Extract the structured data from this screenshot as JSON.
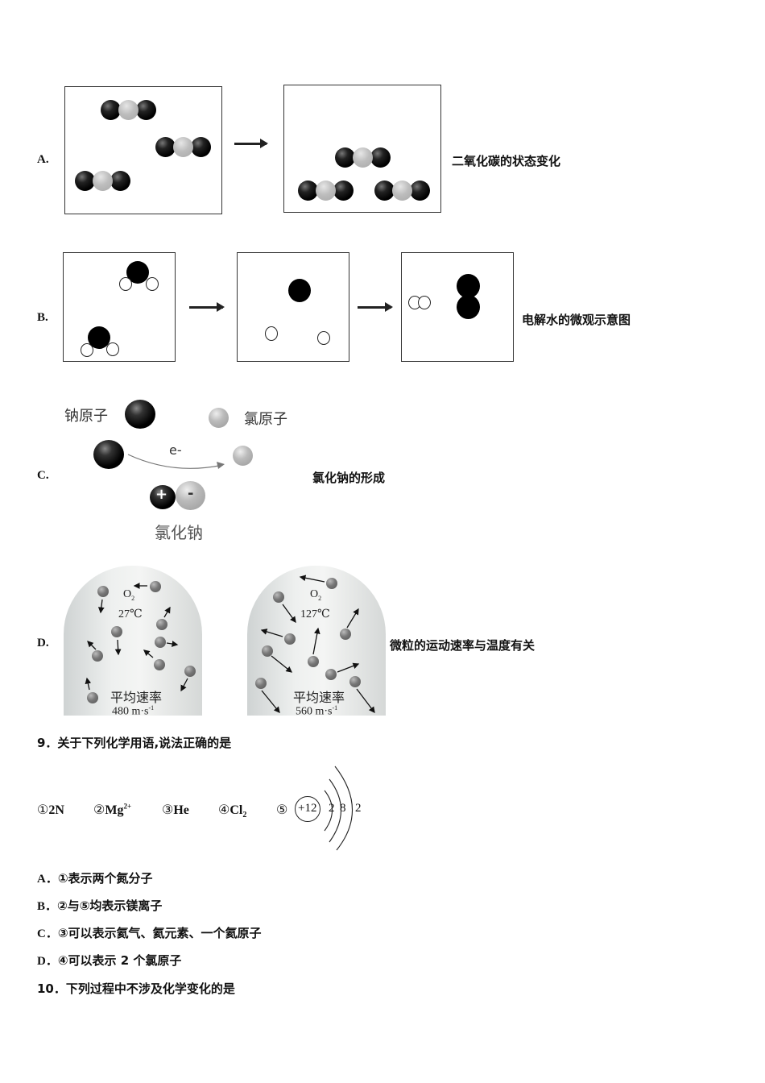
{
  "options_q8": [
    {
      "label": "A.",
      "caption": "二氧化碳的状态变化"
    },
    {
      "label": "B.",
      "caption": "电解水的微观示意图"
    },
    {
      "label": "C.",
      "caption": "氯化钠的形成",
      "diagram": {
        "sodium_atom": "钠原子",
        "chlorine_atom": "氯原子",
        "electron": "e-",
        "product": "氯化钠",
        "plus": "+",
        "minus": "-"
      }
    },
    {
      "label": "D.",
      "caption": "微粒的运动速率与温度有关",
      "diagram": {
        "left": {
          "gas": "O",
          "gas_sub": "2",
          "temp": "27℃",
          "rate_label": "平均速率",
          "rate": "480 m·s",
          "rate_exp": "-1"
        },
        "right": {
          "gas": "O",
          "gas_sub": "2",
          "temp": "127℃",
          "rate_label": "平均速率",
          "rate": "560 m·s",
          "rate_exp": "-1"
        }
      }
    }
  ],
  "question9": {
    "title": "9．关于下列化学用语,说法正确的是",
    "symbols": [
      {
        "num": "①",
        "text": "2N"
      },
      {
        "num": "②",
        "text": "Mg",
        "sup": "2+"
      },
      {
        "num": "③",
        "text": "He"
      },
      {
        "num": "④",
        "text": "Cl",
        "sub": "2"
      },
      {
        "num": "⑤",
        "nucleus": "+12",
        "shells": [
          "2",
          "8",
          "2"
        ]
      }
    ],
    "options": [
      {
        "label": "A．",
        "text": "①表示两个氮分子"
      },
      {
        "label": "B．",
        "text": "②与⑤均表示镁离子"
      },
      {
        "label": "C．",
        "text": "③可以表示氦气、氦元素、一个氦原子"
      },
      {
        "label": "D．",
        "text": "④可以表示 2 个氯原子"
      }
    ]
  },
  "question10": {
    "title": "10．下列过程中不涉及化学变化的是"
  }
}
